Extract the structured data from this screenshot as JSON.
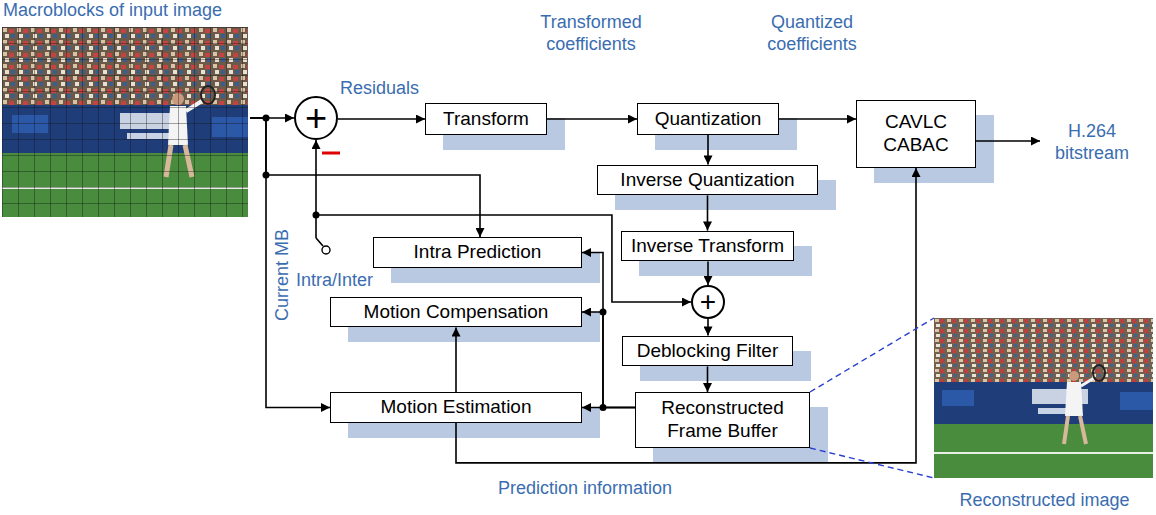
{
  "diagram": {
    "nodes": [
      {
        "text": [
          "Macroblocks of input image"
        ]
      },
      {
        "text": [
          "+"
        ]
      },
      {
        "text": [
          "Transform"
        ]
      },
      {
        "text": [
          "Quantization"
        ]
      },
      {
        "text": [
          "CAVLC CABAC"
        ]
      },
      {
        "text": [
          "Inverse Quantization"
        ]
      },
      {
        "text": [
          "Intra Prediction"
        ]
      },
      {
        "text": [
          "Inverse Transform"
        ]
      },
      {
        "text": [
          "+"
        ]
      },
      {
        "text": [
          "Motion Compensation"
        ]
      },
      {
        "text": [
          "Deblocking Filter"
        ]
      },
      {
        "text": [
          "Motion Estimation"
        ]
      },
      {
        "text": [
          "Reconstructed Frame Buffer"
        ]
      },
      {
        "text": [
          "Reconstructed image"
        ]
      }
    ],
    "edges": [
      {
        "from": 0,
        "to": 1,
        "arrow": "to"
      },
      {
        "from": 1,
        "to": 2,
        "arrow": "to",
        "label": "Residuals"
      },
      {
        "from": 2,
        "to": 3,
        "arrow": "to",
        "label": "Transformed coefficients"
      },
      {
        "from": 3,
        "to": 4,
        "arrow": "to",
        "label": "Quantized coefficients"
      },
      {
        "from": 3,
        "to": 5,
        "arrow": "to"
      },
      {
        "from": 5,
        "to": 7,
        "arrow": "to"
      },
      {
        "from": 7,
        "to": 8,
        "arrow": "to"
      },
      {
        "from": 8,
        "to": 10,
        "arrow": "to"
      },
      {
        "from": 10,
        "to": 12,
        "arrow": "to"
      },
      {
        "from": 12,
        "to": 11,
        "arrow": "to"
      },
      {
        "from": 12,
        "to": 9,
        "arrow": "to"
      },
      {
        "from": 12,
        "to": 6,
        "arrow": "to"
      },
      {
        "from": 11,
        "to": 9,
        "arrow": "to"
      },
      {
        "from": 11,
        "to": 4,
        "arrow": "to",
        "label": "Prediction information"
      },
      {
        "from": 0,
        "to": 6,
        "arrow": "to"
      },
      {
        "from": 0,
        "to": 11,
        "arrow": "to",
        "label": "Current MB"
      },
      {
        "from": 12,
        "to": 13,
        "arrow": "none"
      }
    ],
    "labels": [
      "H.264 bitstream",
      "Intra/Inter"
    ]
  }
}
